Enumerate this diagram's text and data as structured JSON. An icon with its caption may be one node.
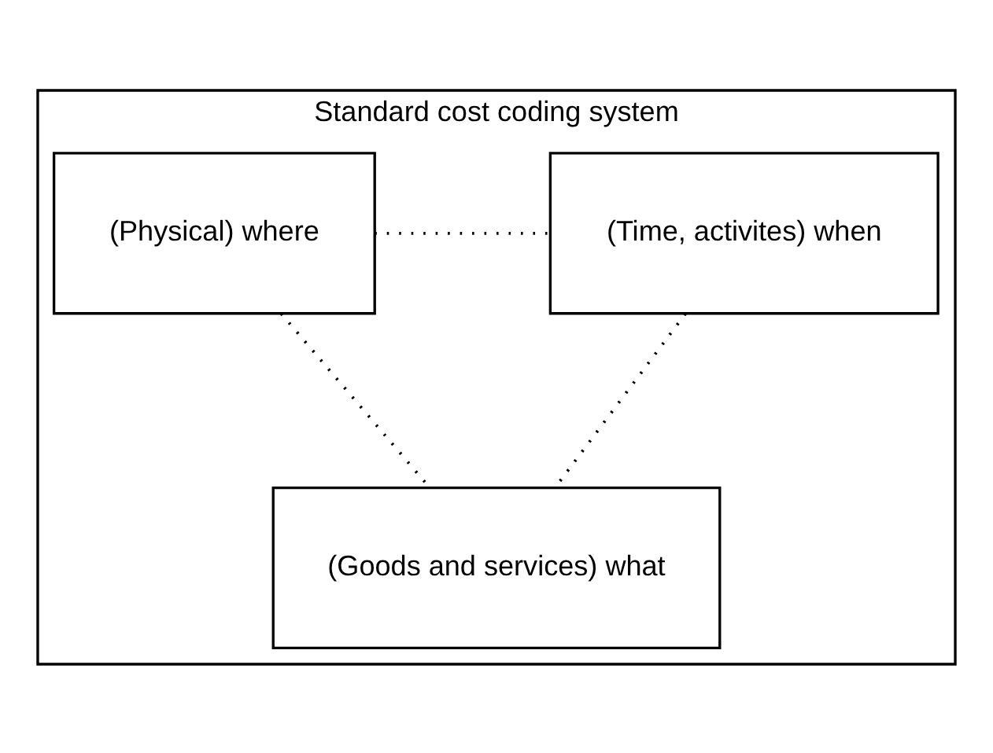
{
  "diagram": {
    "nodes": [
      {
        "text": [
          "Standard cost coding system"
        ]
      },
      {
        "text": [
          "(Physical) where"
        ],
        "in": 0
      },
      {
        "text": [
          "(Time, activites) when"
        ],
        "in": 0
      },
      {
        "text": [
          "(Goods and services) what"
        ],
        "in": 0
      }
    ],
    "edges": [
      {
        "from": 1,
        "to": 2,
        "arrow": "none",
        "style": "dashed"
      },
      {
        "from": 1,
        "to": 3,
        "arrow": "none",
        "style": "dashed"
      },
      {
        "from": 2,
        "to": 3,
        "arrow": "none",
        "style": "dashed"
      }
    ]
  }
}
